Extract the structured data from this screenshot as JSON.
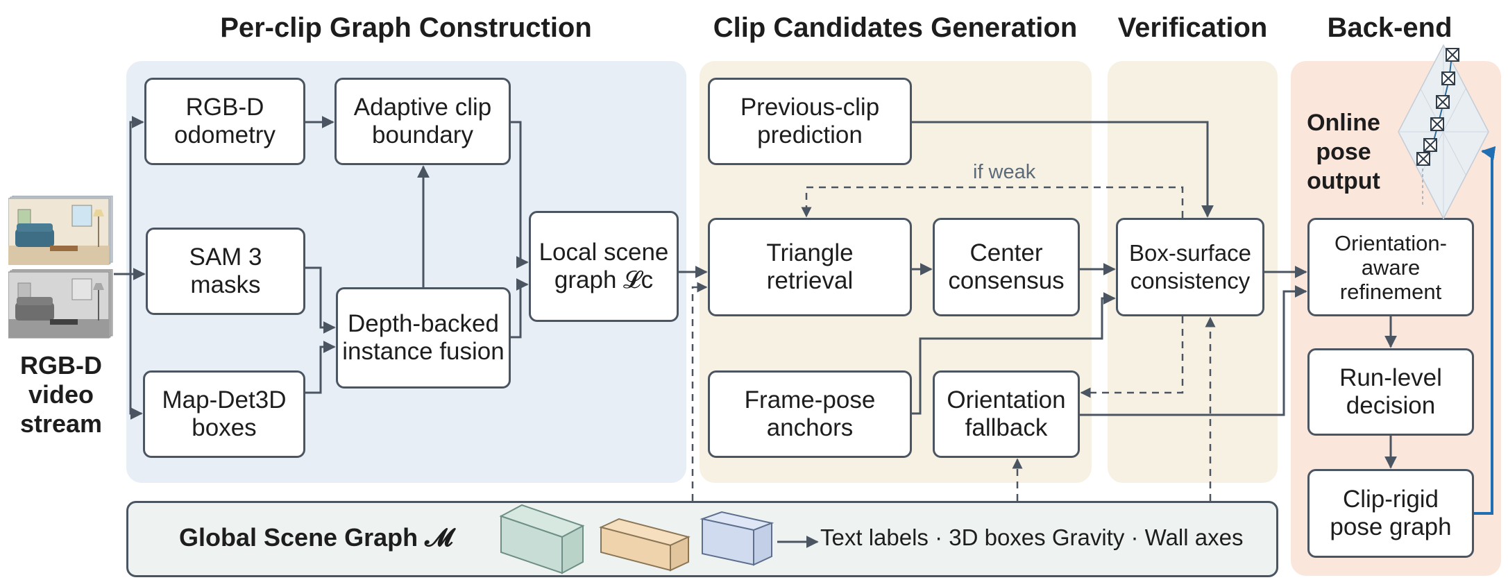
{
  "sections": {
    "graph": "Per-clip Graph Construction",
    "candidates": "Clip Candidates Generation",
    "verification": "Verification",
    "backend": "Back-end"
  },
  "input": {
    "label": "RGB-D\nvideo\nstream"
  },
  "boxes": {
    "rgbd_odometry": "RGB-D\nodometry",
    "sam3_masks": "SAM 3\nmasks",
    "map_det3d": "Map-Det3D\nboxes",
    "adaptive_clip": "Adaptive clip\nboundary",
    "depth_fusion": "Depth-backed\ninstance fusion",
    "local_graph": "Local scene\ngraph 𝓛ᴄ",
    "prev_clip": "Previous-clip\nprediction",
    "triangle": "Triangle\nretrieval",
    "center": "Center\nconsensus",
    "frame_pose": "Frame-pose\nanchors",
    "orient_fallback": "Orientation\nfallback",
    "box_surface": "Box-surface\nconsistency",
    "orient_refine": "Orientation-\naware\nrefinement",
    "run_level": "Run-level\ndecision",
    "clip_rigid": "Clip-rigid\npose graph"
  },
  "labels": {
    "if_weak": "if weak",
    "online_pose": "Online\npose\noutput"
  },
  "global_graph": {
    "title": "Global Scene Graph 𝓜",
    "features": "Text labels · 3D boxes Gravity · Wall axes"
  },
  "colors": {
    "graph_panel": "#e8eef6",
    "stage_panel": "#f7f1e3",
    "backend_panel": "#fbe6dc",
    "line": "#4a5561",
    "output_arrow": "#1f6fb2"
  }
}
